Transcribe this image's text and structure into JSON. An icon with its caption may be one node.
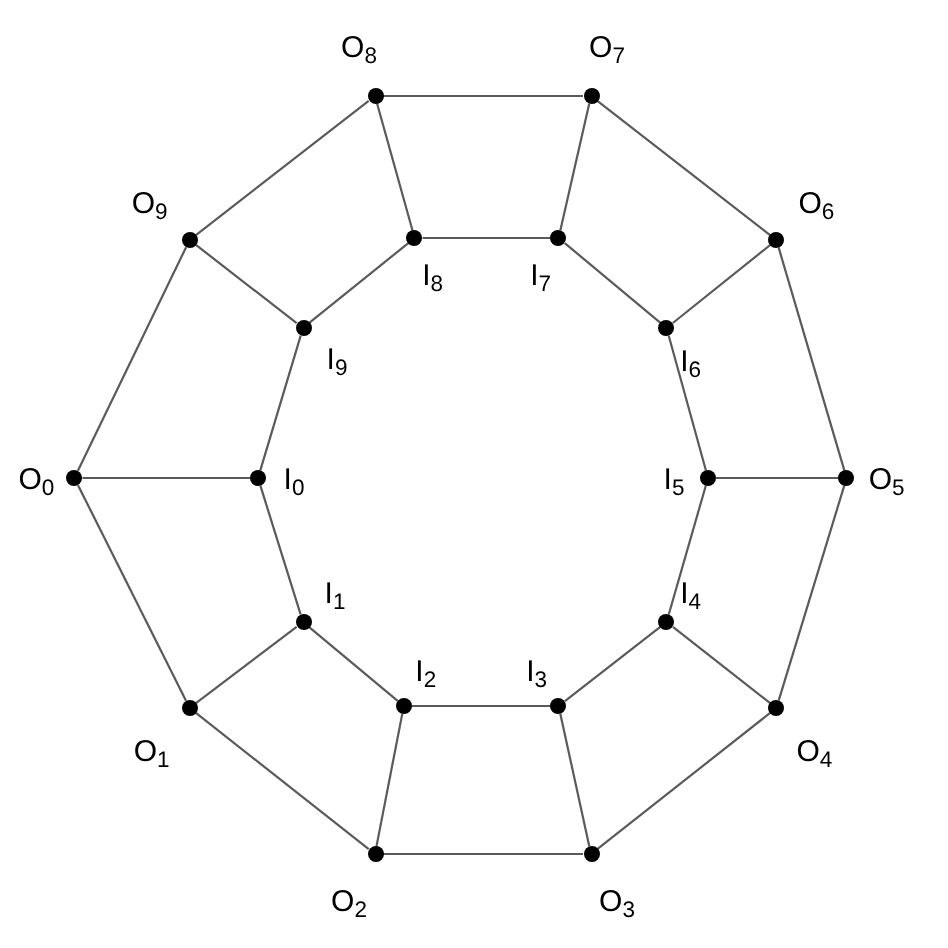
{
  "diagram": {
    "nodes": [
      {
        "text": [],
        "shape": "circle",
        "beside": [
          "O$_{0}$"
        ]
      },
      {
        "text": [],
        "shape": "circle",
        "beside": [
          "O$_{1}$"
        ]
      },
      {
        "text": [],
        "shape": "circle",
        "beside": [
          "O$_{2}$"
        ]
      },
      {
        "text": [],
        "shape": "circle",
        "beside": [
          "O$_{3}$"
        ]
      },
      {
        "text": [],
        "shape": "circle",
        "beside": [
          "O$_{4}$"
        ]
      },
      {
        "text": [],
        "shape": "circle",
        "beside": [
          "O$_{5}$"
        ]
      },
      {
        "text": [],
        "shape": "circle",
        "beside": [
          "O$_{6}$"
        ]
      },
      {
        "text": [],
        "shape": "circle",
        "beside": [
          "O$_{7}$"
        ]
      },
      {
        "text": [],
        "shape": "circle",
        "beside": [
          "O$_{8}$"
        ]
      },
      {
        "text": [],
        "shape": "circle",
        "beside": [
          "O$_{9}$"
        ]
      },
      {
        "text": [],
        "shape": "circle",
        "beside": [
          "I$_{0}$"
        ]
      },
      {
        "text": [],
        "shape": "circle",
        "beside": [
          "I$_{1}$"
        ]
      },
      {
        "text": [],
        "shape": "circle",
        "beside": [
          "I$_{2}$"
        ]
      },
      {
        "text": [],
        "shape": "circle",
        "beside": [
          "I$_{3}$"
        ]
      },
      {
        "text": [],
        "shape": "circle",
        "beside": [
          "I$_{4}$"
        ]
      },
      {
        "text": [],
        "shape": "circle",
        "beside": [
          "I$_{5}$"
        ]
      },
      {
        "text": [],
        "shape": "circle",
        "beside": [
          "I$_{6}$"
        ]
      },
      {
        "text": [],
        "shape": "circle",
        "beside": [
          "I$_{7}$"
        ]
      },
      {
        "text": [],
        "shape": "circle",
        "beside": [
          "I$_{8}$"
        ]
      },
      {
        "text": [],
        "shape": "circle",
        "beside": [
          "I$_{9}$"
        ]
      }
    ],
    "edges": [
      {
        "from": 0,
        "to": 1,
        "arrow": "none"
      },
      {
        "from": 1,
        "to": 2,
        "arrow": "none"
      },
      {
        "from": 2,
        "to": 3,
        "arrow": "none"
      },
      {
        "from": 3,
        "to": 4,
        "arrow": "none"
      },
      {
        "from": 4,
        "to": 5,
        "arrow": "none"
      },
      {
        "from": 5,
        "to": 6,
        "arrow": "none"
      },
      {
        "from": 6,
        "to": 7,
        "arrow": "none"
      },
      {
        "from": 7,
        "to": 8,
        "arrow": "none"
      },
      {
        "from": 8,
        "to": 9,
        "arrow": "none"
      },
      {
        "from": 9,
        "to": 0,
        "arrow": "none"
      },
      {
        "from": 10,
        "to": 11,
        "arrow": "none"
      },
      {
        "from": 11,
        "to": 12,
        "arrow": "none"
      },
      {
        "from": 12,
        "to": 13,
        "arrow": "none"
      },
      {
        "from": 13,
        "to": 14,
        "arrow": "none"
      },
      {
        "from": 14,
        "to": 15,
        "arrow": "none"
      },
      {
        "from": 15,
        "to": 16,
        "arrow": "none"
      },
      {
        "from": 16,
        "to": 17,
        "arrow": "none"
      },
      {
        "from": 17,
        "to": 18,
        "arrow": "none"
      },
      {
        "from": 18,
        "to": 19,
        "arrow": "none"
      },
      {
        "from": 19,
        "to": 10,
        "arrow": "none"
      },
      {
        "from": 0,
        "to": 10,
        "arrow": "none"
      },
      {
        "from": 1,
        "to": 11,
        "arrow": "none"
      },
      {
        "from": 2,
        "to": 12,
        "arrow": "none"
      },
      {
        "from": 3,
        "to": 13,
        "arrow": "none"
      },
      {
        "from": 4,
        "to": 14,
        "arrow": "none"
      },
      {
        "from": 5,
        "to": 15,
        "arrow": "none"
      },
      {
        "from": 6,
        "to": 16,
        "arrow": "none"
      },
      {
        "from": 7,
        "to": 17,
        "arrow": "none"
      },
      {
        "from": 8,
        "to": 18,
        "arrow": "none"
      },
      {
        "from": 9,
        "to": 19,
        "arrow": "none"
      }
    ]
  }
}
